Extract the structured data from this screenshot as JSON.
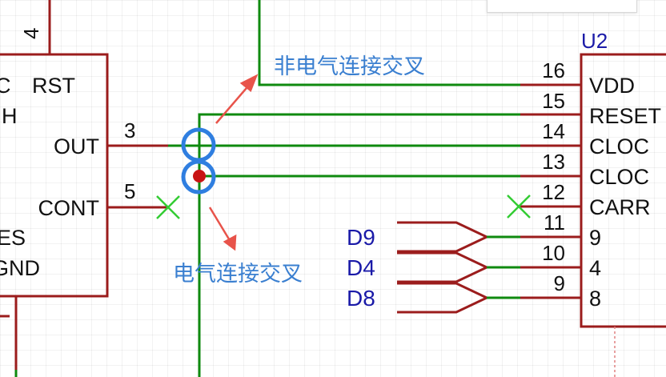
{
  "left_chip": {
    "pin_number_top": "4",
    "labels": {
      "c_partial": "C",
      "rst": "RST",
      "h_partial": "H",
      "out": "OUT",
      "cont": "CONT",
      "es_partial": "ES",
      "gnd_partial": "GND"
    },
    "pin_numbers": {
      "out": "3",
      "cont": "5"
    }
  },
  "right_chip": {
    "ref": "U2",
    "labels": {
      "vdd": "VDD",
      "reset": "RESET",
      "clock1": "CLOC",
      "clock2": "CLOC",
      "carry": "CARR",
      "p9": "9",
      "p4": "4",
      "p8": "8"
    },
    "pin_numbers": {
      "vdd": "16",
      "reset": "15",
      "clock1": "14",
      "clock2": "13",
      "carry": "12",
      "p9": "11",
      "p4": "10",
      "p8": "9"
    }
  },
  "net_labels": {
    "d9": "D9",
    "d4": "D4",
    "d8": "D8"
  },
  "annotations": {
    "non_electrical": "非电气连接交叉",
    "electrical": "电气连接交叉"
  },
  "colors": {
    "wire": "#0f8a0f",
    "chip": "#9b1c1c",
    "annotation": "#3a7fd0",
    "ring": "#2f7ee0",
    "junction": "#c81414",
    "no_connect": "#33cc33"
  }
}
